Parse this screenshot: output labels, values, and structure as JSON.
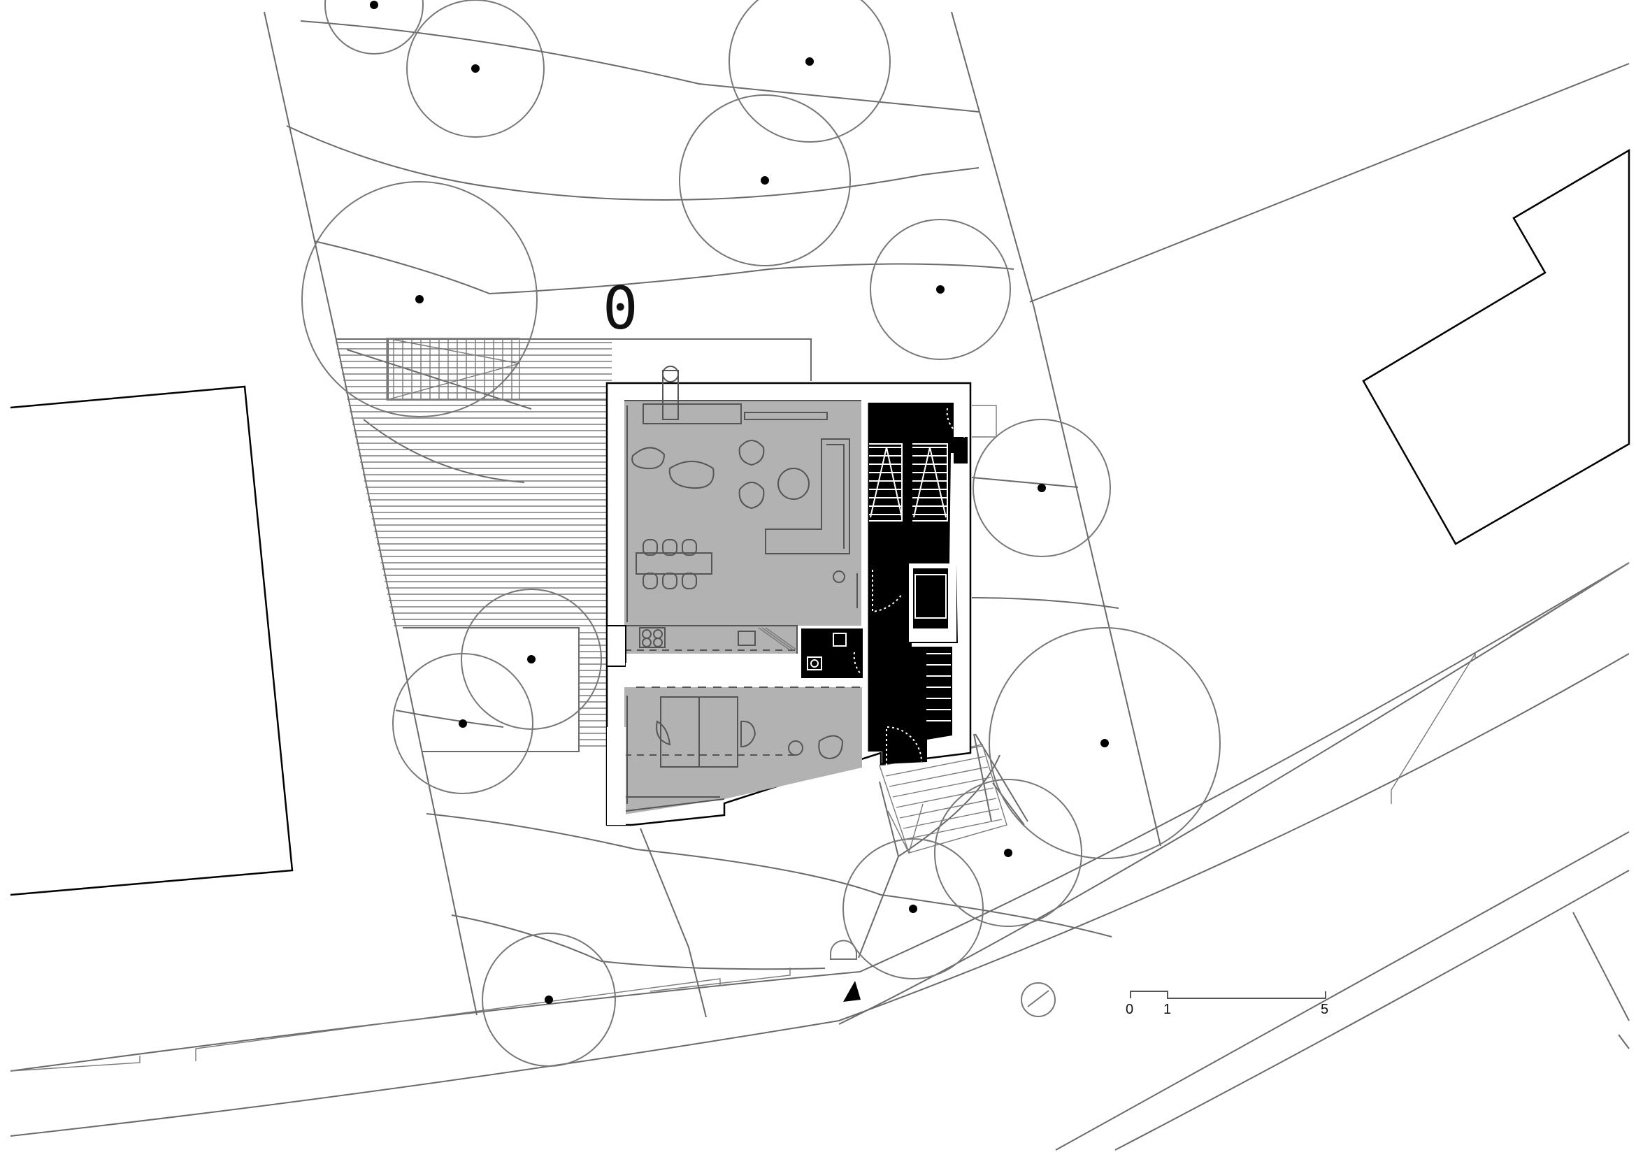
{
  "level_label": "0",
  "scale_bar": {
    "tick_labels": [
      "0",
      "1",
      "5"
    ]
  },
  "colors": {
    "interior_fill": "#b2b2b2",
    "service_fill": "#000000",
    "wall_fill": "#ffffff",
    "line": "#6a6a6a"
  },
  "icons": {
    "north_arrow": "triangle-north-arrow-icon"
  }
}
